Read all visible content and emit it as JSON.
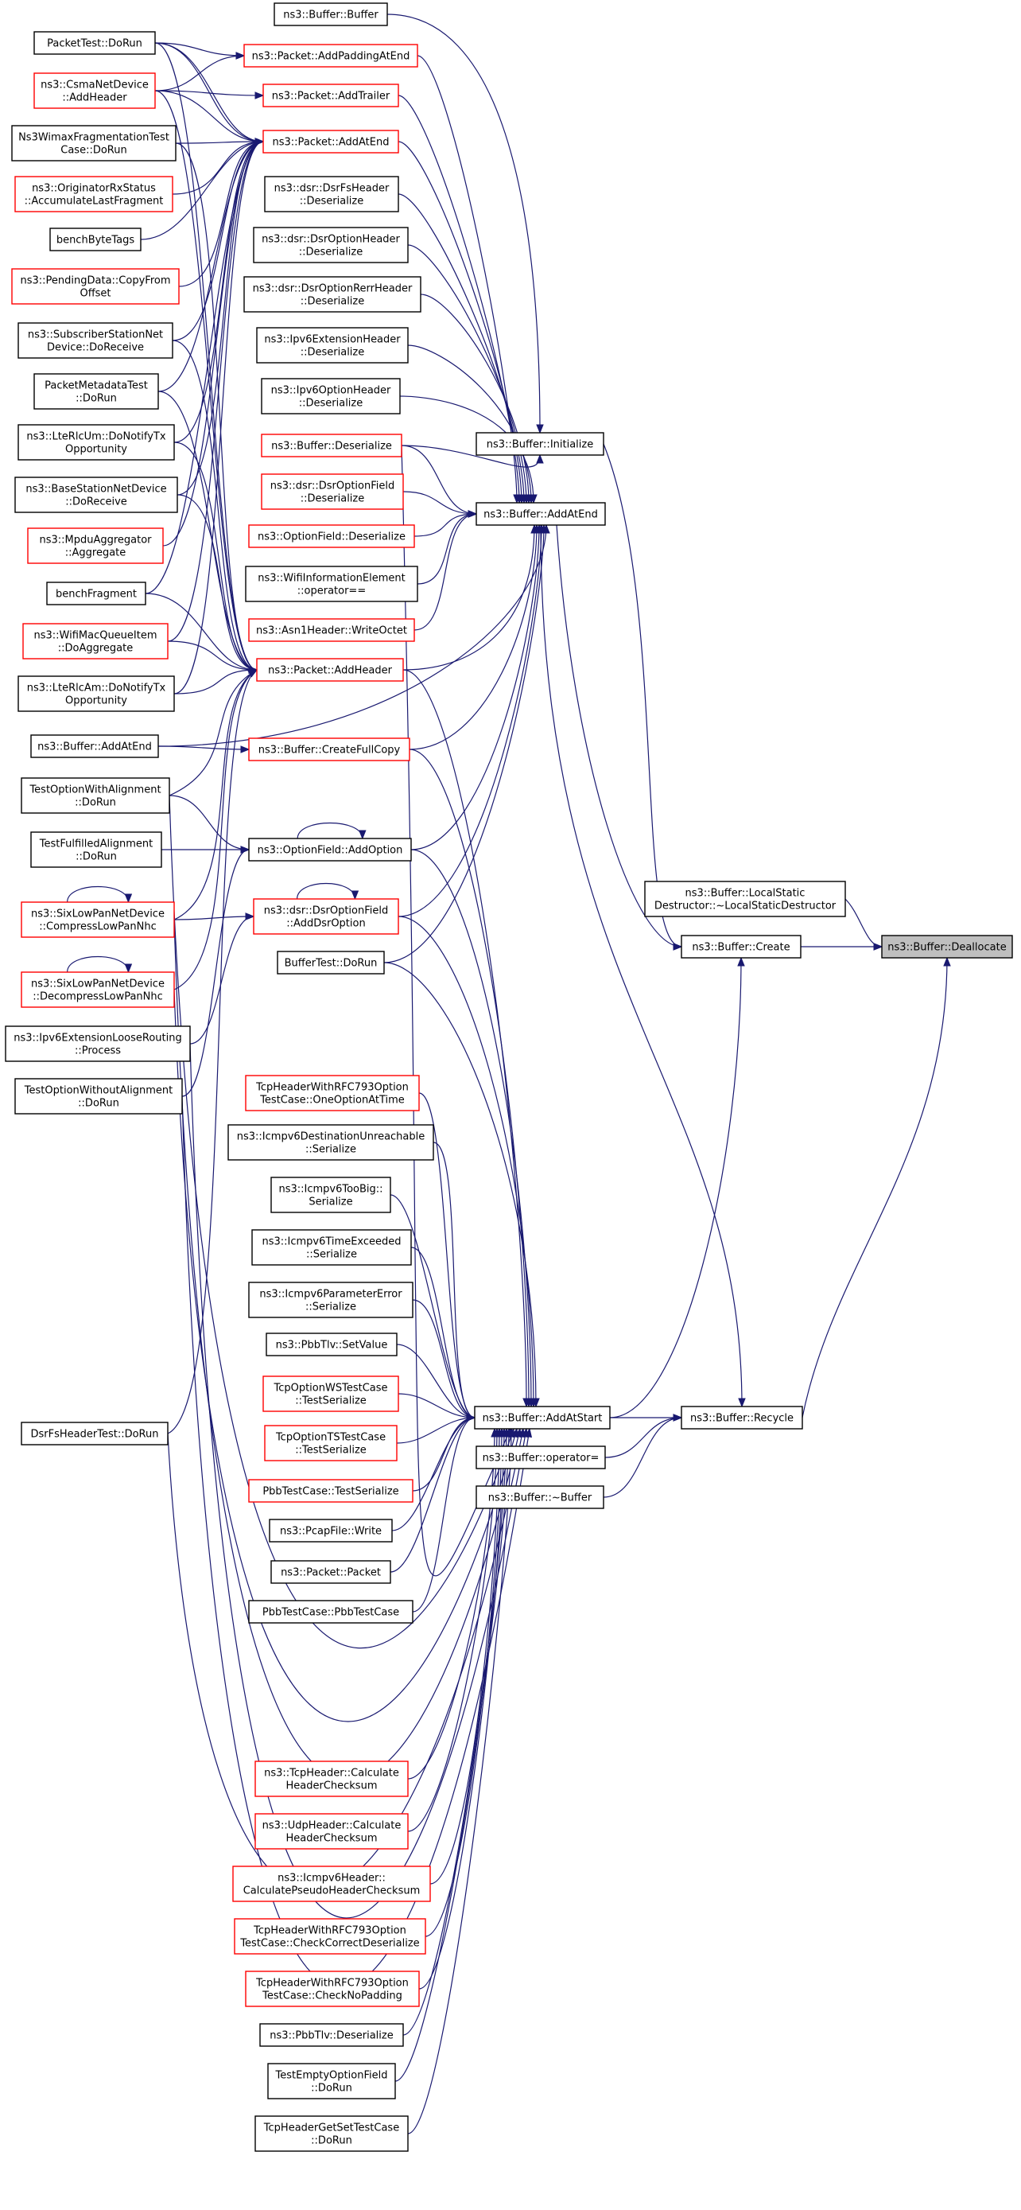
{
  "colors": {
    "edge": "#191970",
    "border_default": "#000000",
    "border_truncated": "#ff0000",
    "focus_fill": "#bfbfbf"
  },
  "nodes": {
    "packettest_dorun": [
      "PacketTest::DoRun"
    ],
    "csma_addheader": [
      "ns3::CsmaNetDevice",
      "::AddHeader"
    ],
    "wimax_frag": [
      "Ns3WimaxFragmentationTest",
      "Case::DoRun"
    ],
    "originator_rx": [
      "ns3::OriginatorRxStatus",
      "::AccumulateLastFragment"
    ],
    "bench_bytetags": [
      "benchByteTags"
    ],
    "pendingdata_copy": [
      "ns3::PendingData::CopyFrom",
      "Offset"
    ],
    "subscriber_doreceive": [
      "ns3::SubscriberStationNet",
      "Device::DoReceive"
    ],
    "packetmetadata_dorun": [
      "PacketMetadataTest",
      "::DoRun"
    ],
    "lterlcum_notify": [
      "ns3::LteRlcUm::DoNotifyTx",
      "Opportunity"
    ],
    "basestation_doreceive": [
      "ns3::BaseStationNetDevice",
      "::DoReceive"
    ],
    "mpdu_aggregate": [
      "ns3::MpduAggregator",
      "::Aggregate"
    ],
    "bench_fragment": [
      "benchFragment"
    ],
    "wifimac_doaggregate": [
      "ns3::WifiMacQueueItem",
      "::DoAggregate"
    ],
    "lterlcam_notify": [
      "ns3::LteRlcAm::DoNotifyTx",
      "Opportunity"
    ],
    "buffer_addatend_left": [
      "ns3::Buffer::AddAtEnd"
    ],
    "testoptionwithalignment": [
      "TestOptionWithAlignment",
      "::DoRun"
    ],
    "testfulfilledalignment": [
      "TestFulfilledAlignment",
      "::DoRun"
    ],
    "sixlowpan_compress": [
      "ns3::SixLowPanNetDevice",
      "::CompressLowPanNhc"
    ],
    "sixlowpan_decompress": [
      "ns3::SixLowPanNetDevice",
      "::DecompressLowPanNhc"
    ],
    "ipv6ext_loose": [
      "ns3::Ipv6ExtensionLooseRouting",
      "::Process"
    ],
    "testoptionwithoutalignment": [
      "TestOptionWithoutAlignment",
      "::DoRun"
    ],
    "dsrfsheadertest": [
      "DsrFsHeaderTest::DoRun"
    ],
    "buffer_buffer": [
      "ns3::Buffer::Buffer"
    ],
    "packet_addpadding": [
      "ns3::Packet::AddPaddingAtEnd"
    ],
    "packet_addtrailer": [
      "ns3::Packet::AddTrailer"
    ],
    "packet_addatend": [
      "ns3::Packet::AddAtEnd"
    ],
    "dsrfsheader_deser": [
      "ns3::dsr::DsrFsHeader",
      "::Deserialize"
    ],
    "dsroptionheader_deser": [
      "ns3::dsr::DsrOptionHeader",
      "::Deserialize"
    ],
    "dsroptionrerr_deser": [
      "ns3::dsr::DsrOptionRerrHeader",
      "::Deserialize"
    ],
    "ipv6extheader_deser": [
      "ns3::Ipv6ExtensionHeader",
      "::Deserialize"
    ],
    "ipv6optionheader_deser": [
      "ns3::Ipv6OptionHeader",
      "::Deserialize"
    ],
    "buffer_deserialize": [
      "ns3::Buffer::Deserialize"
    ],
    "dsroptionfield_deser": [
      "ns3::dsr::DsrOptionField",
      "::Deserialize"
    ],
    "optionfield_deser": [
      "ns3::OptionField::Deserialize"
    ],
    "wifiinfo_op": [
      "ns3::WifiInformationElement",
      "::operator=="
    ],
    "asn1_writeoctet": [
      "ns3::Asn1Header::WriteOctet"
    ],
    "packet_addheader": [
      "ns3::Packet::AddHeader"
    ],
    "buffer_createfullcopy": [
      "ns3::Buffer::CreateFullCopy"
    ],
    "optionfield_addoption": [
      "ns3::OptionField::AddOption"
    ],
    "dsroptionfield_adddsr": [
      "ns3::dsr::DsrOptionField",
      "::AddDsrOption"
    ],
    "buffertest_dorun": [
      "BufferTest::DoRun"
    ],
    "tcprfc_oneoption": [
      "TcpHeaderWithRFC793Option",
      "TestCase::OneOptionAtTime"
    ],
    "icmpv6dest_ser": [
      "ns3::Icmpv6DestinationUnreachable",
      "::Serialize"
    ],
    "icmpv6toobig_ser": [
      "ns3::Icmpv6TooBig::",
      "Serialize"
    ],
    "icmpv6timeexc_ser": [
      "ns3::Icmpv6TimeExceeded",
      "::Serialize"
    ],
    "icmpv6param_ser": [
      "ns3::Icmpv6ParameterError",
      "::Serialize"
    ],
    "pbbtlv_setvalue": [
      "ns3::PbbTlv::SetValue"
    ],
    "tcpoptionws": [
      "TcpOptionWSTestCase",
      "::TestSerialize"
    ],
    "tcpoptionts": [
      "TcpOptionTSTestCase",
      "::TestSerialize"
    ],
    "pbbtestcase_ser": [
      "PbbTestCase::TestSerialize"
    ],
    "pcapfile_write": [
      "ns3::PcapFile::Write"
    ],
    "packet_packet": [
      "ns3::Packet::Packet"
    ],
    "pbbtestcase_ctor": [
      "PbbTestCase::PbbTestCase"
    ],
    "tcpheader_checksum": [
      "ns3::TcpHeader::Calculate",
      "HeaderChecksum"
    ],
    "udpheader_checksum": [
      "ns3::UdpHeader::Calculate",
      "HeaderChecksum"
    ],
    "icmpv6header_pseudo": [
      "ns3::Icmpv6Header::",
      "CalculatePseudoHeaderChecksum"
    ],
    "tcprfc_checkcorrect": [
      "TcpHeaderWithRFC793Option",
      "TestCase::CheckCorrectDeserialize"
    ],
    "tcprfc_checknopadding": [
      "TcpHeaderWithRFC793Option",
      "TestCase::CheckNoPadding"
    ],
    "pbbtlv_deser": [
      "ns3::PbbTlv::Deserialize"
    ],
    "testemptyoption": [
      "TestEmptyOptionField",
      "::DoRun"
    ],
    "tcpheadergetset": [
      "TcpHeaderGetSetTestCase",
      "::DoRun"
    ],
    "buffer_initialize": [
      "ns3::Buffer::Initialize"
    ],
    "buffer_addatend_mid": [
      "ns3::Buffer::AddAtEnd"
    ],
    "buffer_addatstart": [
      "ns3::Buffer::AddAtStart"
    ],
    "buffer_operator": [
      "ns3::Buffer::operator="
    ],
    "buffer_dtor": [
      "ns3::Buffer::~Buffer"
    ],
    "buffer_localstatic": [
      "ns3::Buffer::LocalStatic",
      "Destructor::~LocalStaticDestructor"
    ],
    "buffer_create": [
      "ns3::Buffer::Create"
    ],
    "buffer_recycle": [
      "ns3::Buffer::Recycle"
    ],
    "buffer_deallocate": [
      "ns3::Buffer::Deallocate"
    ]
  }
}
